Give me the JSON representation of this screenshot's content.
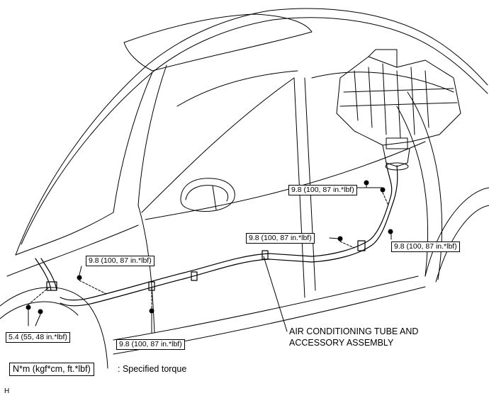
{
  "callouts": {
    "engine_top": "9.8 (100, 87 in.*lbf)",
    "middle": "9.8 (100, 87 in.*lbf)",
    "right": "9.8 (100, 87 in.*lbf)",
    "left_upper": "9.8 (100, 87 in.*lbf)",
    "bottom": "9.8 (100, 87 in.*lbf)",
    "left_lower": "5.4 (55, 48 in.*lbf)"
  },
  "assembly_label": {
    "line1": "AIR CONDITIONING TUBE AND",
    "line2": "ACCESSORY ASSEMBLY"
  },
  "legend": {
    "unit": "N*m (kgf*cm, ft.*lbf)",
    "description": ": Specified torque"
  },
  "figure_code": "H"
}
